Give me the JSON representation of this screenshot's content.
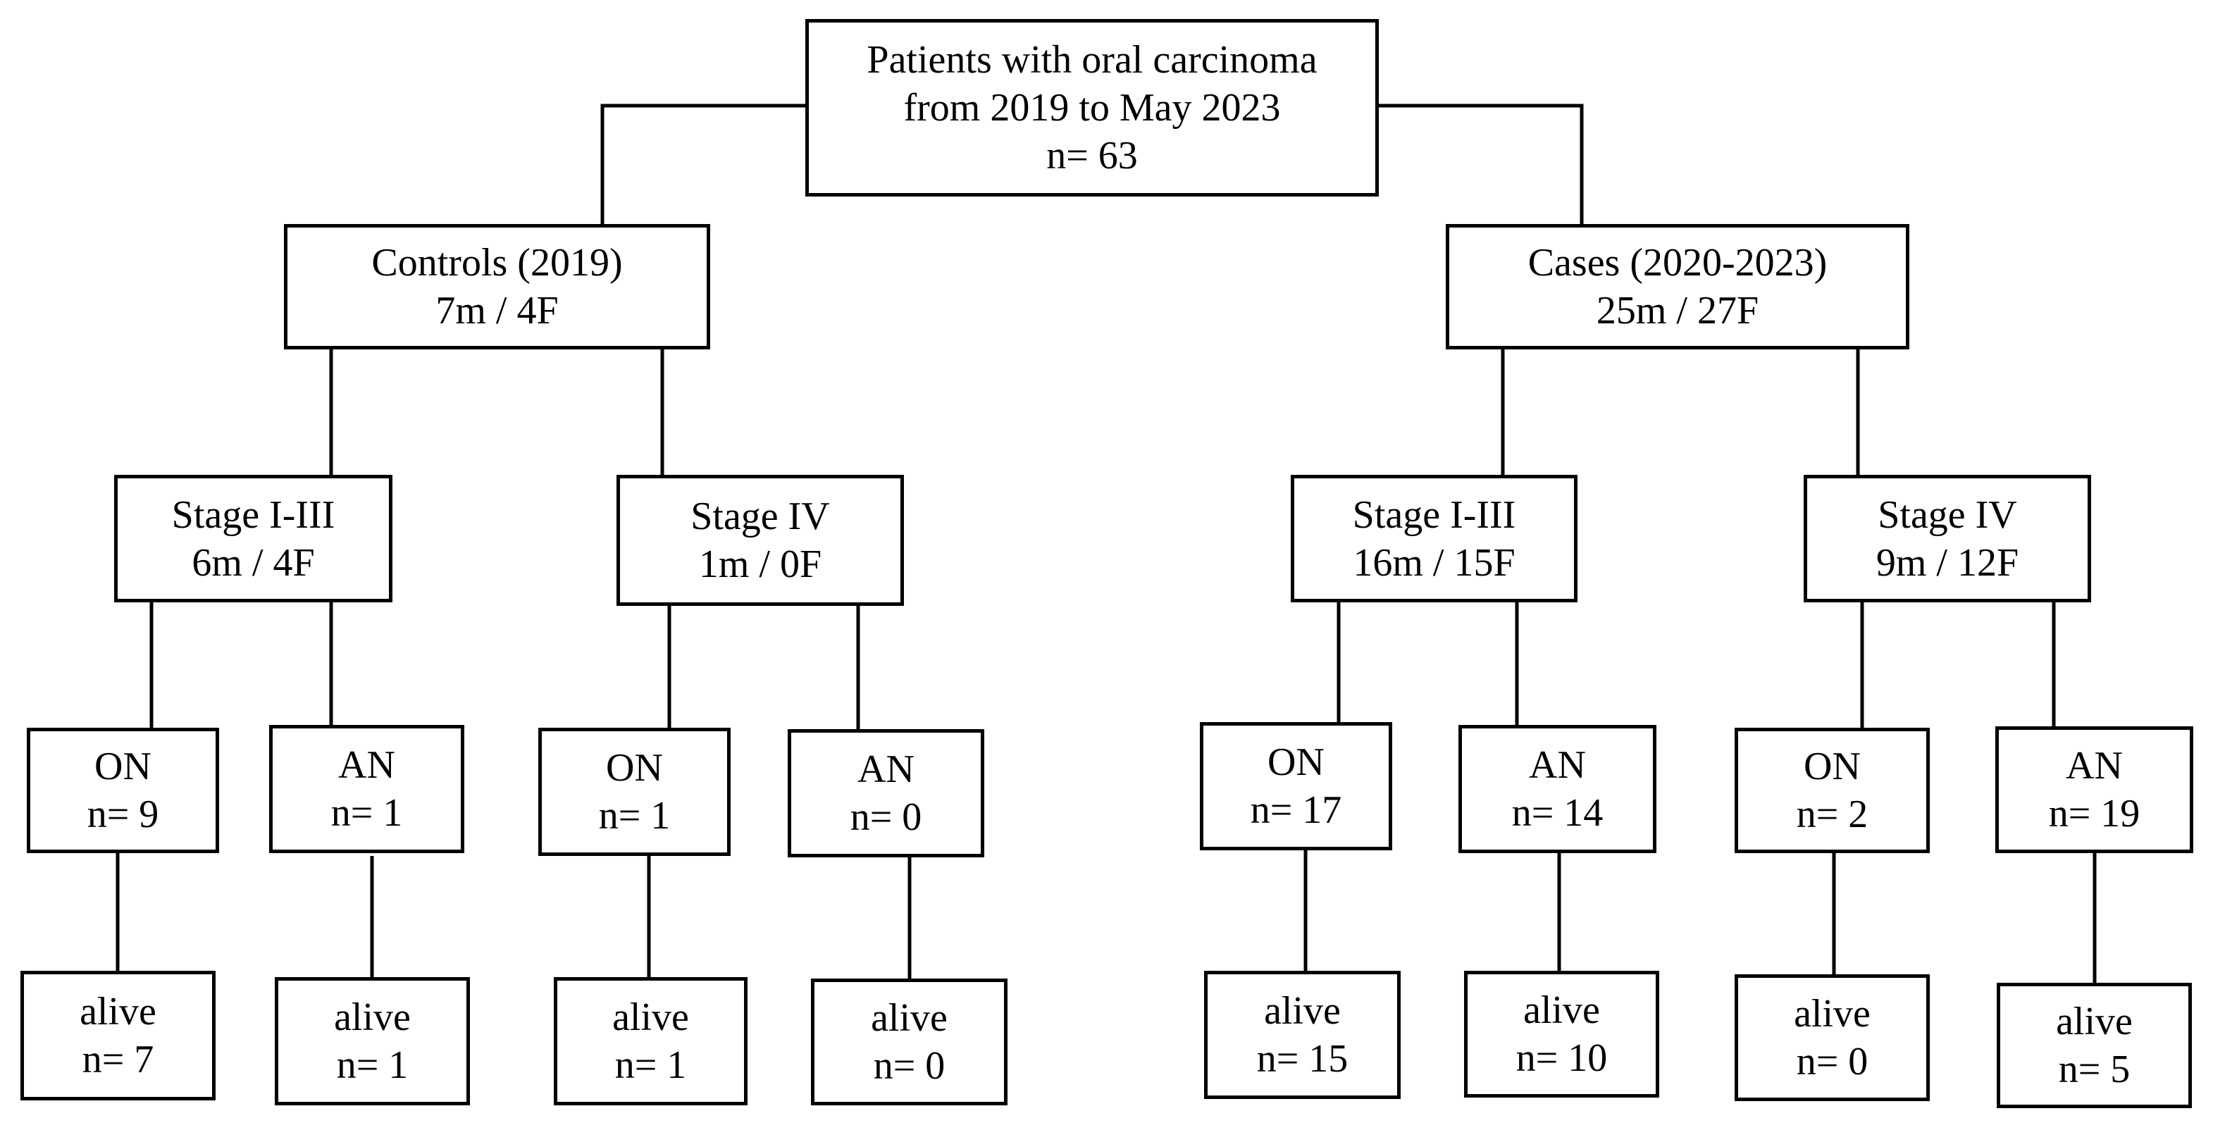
{
  "root": {
    "line1": "Patients with oral carcinoma",
    "line2": "from 2019 to May 2023",
    "line3": "n= 63"
  },
  "controls": {
    "title": "Controls (2019)",
    "sex": "7m / 4F",
    "stage_early": {
      "title": "Stage I-III",
      "sex": "6m / 4F",
      "on": {
        "label": "ON",
        "n": "n= 9",
        "alive_label": "alive",
        "alive_n": "n= 7"
      },
      "an": {
        "label": "AN",
        "n": "n= 1",
        "alive_label": "alive",
        "alive_n": "n= 1"
      }
    },
    "stage_iv": {
      "title": "Stage IV",
      "sex": "1m / 0F",
      "on": {
        "label": "ON",
        "n": "n= 1",
        "alive_label": "alive",
        "alive_n": "n= 1"
      },
      "an": {
        "label": "AN",
        "n": "n= 0",
        "alive_label": "alive",
        "alive_n": "n= 0"
      }
    }
  },
  "cases": {
    "title": "Cases (2020-2023)",
    "sex": "25m / 27F",
    "stage_early": {
      "title": "Stage I-III",
      "sex": "16m / 15F",
      "on": {
        "label": "ON",
        "n": "n= 17",
        "alive_label": "alive",
        "alive_n": "n= 15"
      },
      "an": {
        "label": "AN",
        "n": "n= 14",
        "alive_label": "alive",
        "alive_n": "n= 10"
      }
    },
    "stage_iv": {
      "title": "Stage IV",
      "sex": "9m / 12F",
      "on": {
        "label": "ON",
        "n": "n= 2",
        "alive_label": "alive",
        "alive_n": "n= 0"
      },
      "an": {
        "label": "AN",
        "n": "n= 19",
        "alive_label": "alive",
        "alive_n": "n= 5"
      }
    }
  }
}
